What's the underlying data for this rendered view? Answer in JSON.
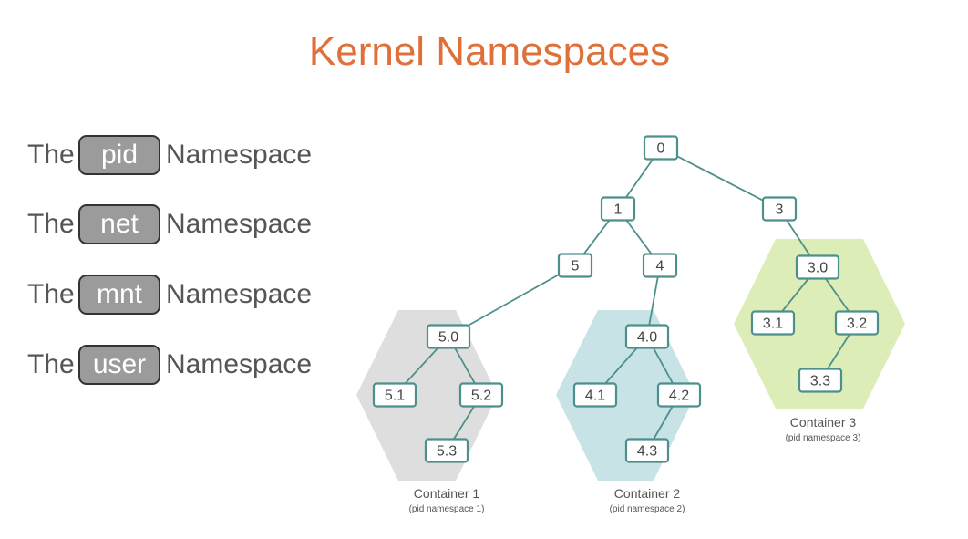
{
  "title": "Kernel Namespaces",
  "namespaces": [
    {
      "prefix": "The",
      "key": "pid",
      "suffix": "Namespace"
    },
    {
      "prefix": "The",
      "key": "net",
      "suffix": "Namespace"
    },
    {
      "prefix": "The",
      "key": "mnt",
      "suffix": "Namespace"
    },
    {
      "prefix": "The",
      "key": "user",
      "suffix": "Namespace"
    }
  ],
  "tree": {
    "nodes": [
      "0",
      "1",
      "3",
      "5",
      "4",
      "5.0",
      "5.1",
      "5.2",
      "5.3",
      "4.0",
      "4.1",
      "4.2",
      "4.3",
      "3.0",
      "3.1",
      "3.2",
      "3.3"
    ],
    "edges": [
      [
        "0",
        "1"
      ],
      [
        "0",
        "3"
      ],
      [
        "1",
        "5"
      ],
      [
        "1",
        "4"
      ],
      [
        "5",
        "5.0"
      ],
      [
        "4",
        "4.0"
      ],
      [
        "3",
        "3.0"
      ],
      [
        "5.0",
        "5.1"
      ],
      [
        "5.0",
        "5.2"
      ],
      [
        "5.2",
        "5.3"
      ],
      [
        "4.0",
        "4.1"
      ],
      [
        "4.0",
        "4.2"
      ],
      [
        "4.2",
        "4.3"
      ],
      [
        "3.0",
        "3.1"
      ],
      [
        "3.0",
        "3.2"
      ],
      [
        "3.2",
        "3.3"
      ]
    ]
  },
  "containers": [
    {
      "label": "Container 1",
      "sub": "(pid namespace 1)",
      "color": "#dedede"
    },
    {
      "label": "Container 2",
      "sub": "(pid namespace 2)",
      "color": "#c7e3e5"
    },
    {
      "label": "Container 3",
      "sub": "(pid namespace 3)",
      "color": "#dcedb8"
    }
  ]
}
